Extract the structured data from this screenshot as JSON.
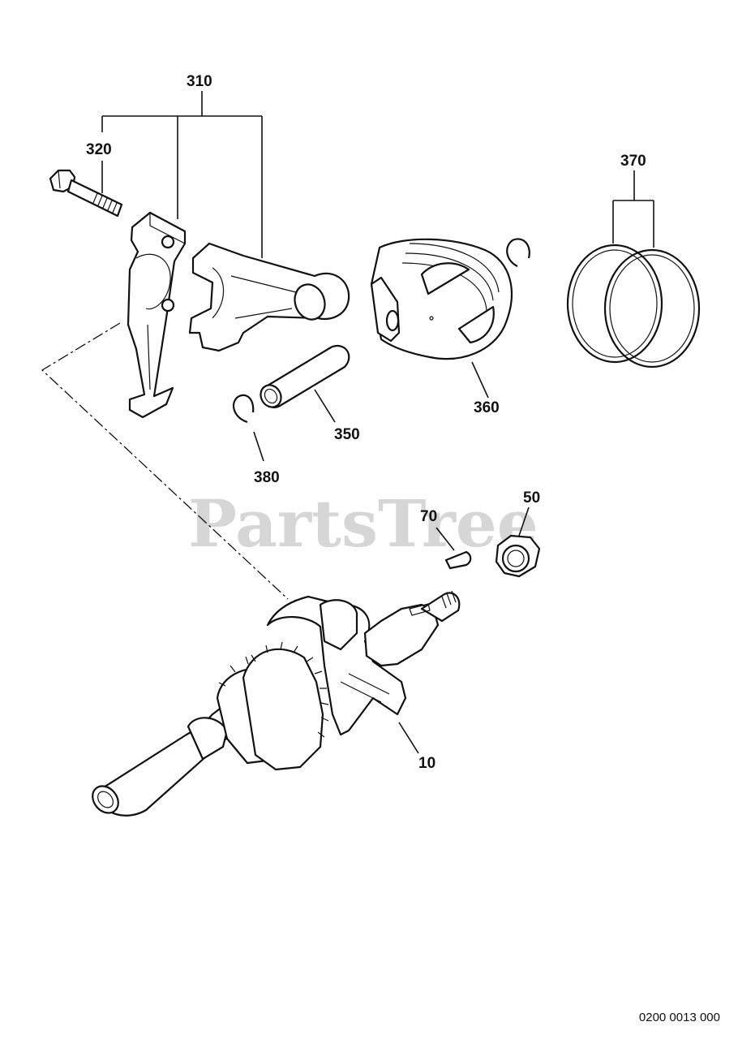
{
  "watermark": "PartsTree",
  "callouts": {
    "c310": "310",
    "c320": "320",
    "c370": "370",
    "c360": "360",
    "c350": "350",
    "c380": "380",
    "c70": "70",
    "c50": "50",
    "c10": "10"
  },
  "diagram_code": "0200 0013 000"
}
